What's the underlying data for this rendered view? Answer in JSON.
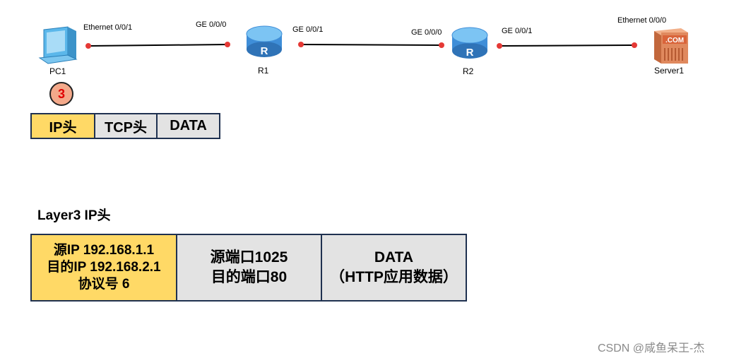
{
  "topology": {
    "devices": {
      "pc1": "PC1",
      "r1": "R1",
      "r2": "R2",
      "server1": "Server1"
    },
    "ports": {
      "pc1_eth": "Ethernet 0/0/1",
      "r1_ge000": "GE 0/0/0",
      "r1_ge001": "GE 0/0/1",
      "r2_ge000": "GE 0/0/0",
      "r2_ge001": "GE 0/0/1",
      "server_eth": "Ethernet 0/0/0"
    },
    "router_glyph": "R",
    "server_glyph": ".COM"
  },
  "step_badge": "3",
  "packet_small": {
    "ip_header": "IP头",
    "tcp_header": "TCP头",
    "data": "DATA"
  },
  "layer_title": "Layer3 IP头",
  "packet_detail": {
    "ip": {
      "src": "源IP 192.168.1.1",
      "dst": "目的IP 192.168.2.1",
      "proto": "协议号 6"
    },
    "tcp": {
      "src_port": "源端口1025",
      "dst_port": "目的端口80"
    },
    "data": {
      "title": "DATA",
      "desc": "（HTTP应用数据）"
    }
  },
  "colors": {
    "ip_header": "#ffd966",
    "other_header": "#e3e3e3",
    "border": "#1f3150",
    "link_dot": "#e53935"
  },
  "watermark": "CSDN @咸鱼呆王-杰"
}
